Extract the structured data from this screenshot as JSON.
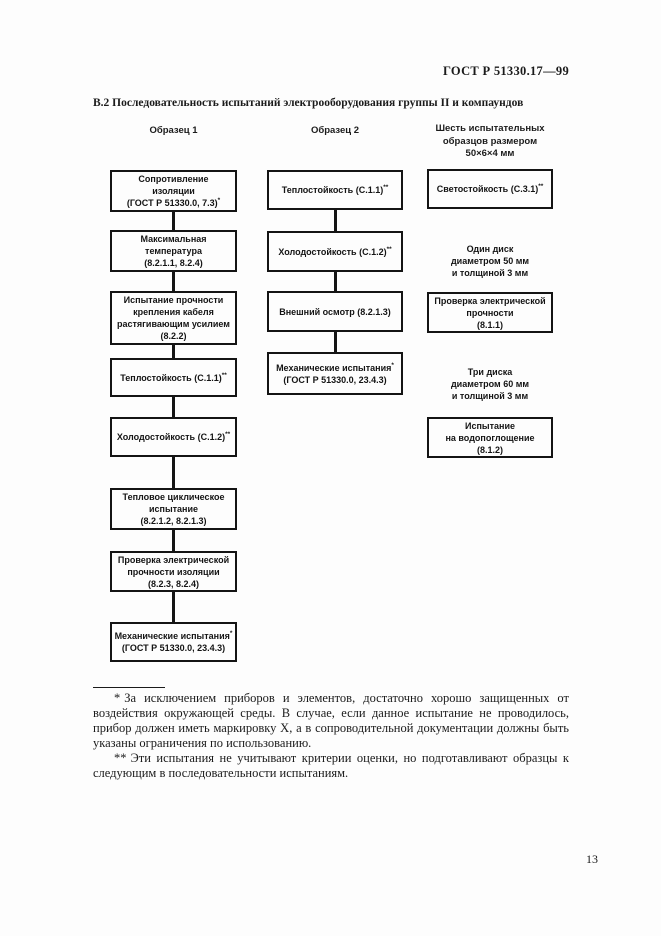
{
  "header": {
    "doc_number": "ГОСТ Р 51330.17—99"
  },
  "title": "В.2 Последовательность испытаний электрооборудования группы II и компаундов",
  "columns": [
    {
      "header": "Образец 1",
      "nodes": [
        {
          "type": "box",
          "parts": [
            {
              "text": "Сопротивление"
            },
            {
              "text": "изоляции"
            },
            {
              "text": "(ГОСТ Р 51330.0, 7.3)",
              "sup": "*"
            }
          ]
        },
        {
          "type": "box",
          "parts": [
            {
              "text": "Максимальная"
            },
            {
              "text": "температура"
            },
            {
              "text": "(8.2.1.1, 8.2.4)"
            }
          ]
        },
        {
          "type": "box",
          "parts": [
            {
              "text": "Испытание прочности"
            },
            {
              "text": "крепления кабеля"
            },
            {
              "text": "растягивающим усилием"
            },
            {
              "text": "(8.2.2)"
            }
          ]
        },
        {
          "type": "box",
          "parts": [
            {
              "text": "Теплостойкость (С.1.1)",
              "sup": "**"
            }
          ]
        },
        {
          "type": "box",
          "parts": [
            {
              "text": "Холодостойкость (С.1.2)",
              "sup": "**"
            }
          ]
        },
        {
          "type": "box",
          "parts": [
            {
              "text": "Тепловое циклическое"
            },
            {
              "text": "испытание"
            },
            {
              "text": "(8.2.1.2, 8.2.1.3)"
            }
          ]
        },
        {
          "type": "box",
          "parts": [
            {
              "text": "Проверка электрической"
            },
            {
              "text": "прочности изоляции"
            },
            {
              "text": "(8.2.3, 8.2.4)"
            }
          ]
        },
        {
          "type": "box",
          "parts": [
            {
              "text": "Механические испытания",
              "sup": "*"
            },
            {
              "text": "(ГОСТ Р 51330.0, 23.4.3)"
            }
          ]
        }
      ]
    },
    {
      "header": "Образец 2",
      "nodes": [
        {
          "type": "box",
          "parts": [
            {
              "text": "Теплостойкость (С.1.1)",
              "sup": "**"
            }
          ]
        },
        {
          "type": "box",
          "parts": [
            {
              "text": "Холодостойкость (С.1.2)",
              "sup": "**"
            }
          ]
        },
        {
          "type": "box",
          "parts": [
            {
              "text": "Внешний осмотр (8.2.1.3)"
            }
          ]
        },
        {
          "type": "box",
          "parts": [
            {
              "text": "Механические испытания",
              "sup": "*"
            },
            {
              "text": "(ГОСТ Р 51330.0, 23.4.3)"
            }
          ]
        }
      ]
    },
    {
      "header": "Шесть испытательных\nобразцов размером\n50×6×4 мм",
      "nodes": [
        {
          "type": "box",
          "parts": [
            {
              "text": "Светостойкость (С.3.1)",
              "sup": "**"
            }
          ]
        },
        {
          "type": "label",
          "parts": [
            {
              "text": "Один диск"
            },
            {
              "text": "диаметром 50 мм"
            },
            {
              "text": "и толщиной 3 мм"
            }
          ]
        },
        {
          "type": "box",
          "parts": [
            {
              "text": "Проверка электрической"
            },
            {
              "text": "прочности"
            },
            {
              "text": "(8.1.1)"
            }
          ]
        },
        {
          "type": "label",
          "parts": [
            {
              "text": "Три диска"
            },
            {
              "text": "диаметром 60 мм"
            },
            {
              "text": "и толщиной 3 мм"
            }
          ]
        },
        {
          "type": "box",
          "parts": [
            {
              "text": "Испытание"
            },
            {
              "text": "на водопоглощение"
            },
            {
              "text": "(8.1.2)"
            }
          ]
        }
      ]
    }
  ],
  "footnotes": [
    {
      "marker": "*",
      "text": "За исключением приборов и элементов, достаточно хорошо защищенных от воздействия окружающей среды. В случае, если данное испытание не проводилось, прибор должен иметь маркировку X, а в сопроводительной документации должны быть указаны ограничения по использованию."
    },
    {
      "marker": "**",
      "text": "Эти испытания не учитывают критерии оценки, но подготавливают образцы к следующим в последовательности испытаниям."
    }
  ],
  "page_number": "13"
}
